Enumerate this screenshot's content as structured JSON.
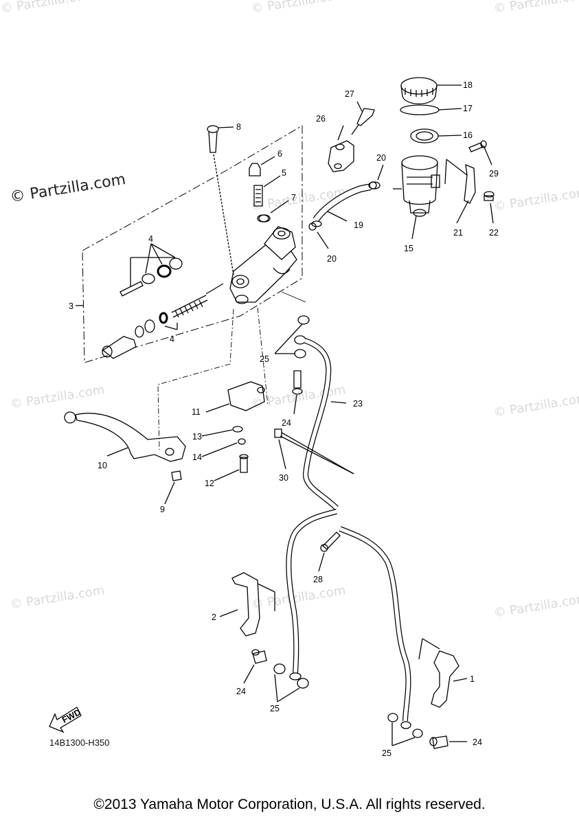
{
  "watermark_text": "© Partzilla.com",
  "diagram_code": "14B1300-H350",
  "copyright": "©2013 Yamaha Motor Corporation, U.S.A. All rights reserved.",
  "fwd_label": "FWD",
  "callouts": {
    "c1": "1",
    "c2": "2",
    "c3": "3",
    "c4a": "4",
    "c4b": "4",
    "c5": "5",
    "c6": "6",
    "c7": "7",
    "c8": "8",
    "c9": "9",
    "c10": "10",
    "c11": "11",
    "c12": "12",
    "c13": "13",
    "c14": "14",
    "c15": "15",
    "c16": "16",
    "c17": "17",
    "c18": "18",
    "c19": "19",
    "c20a": "20",
    "c20b": "20",
    "c21": "21",
    "c22": "22",
    "c23": "23",
    "c24a": "24",
    "c24b": "24",
    "c24c": "24",
    "c25a": "25",
    "c25b": "25",
    "c25c": "25",
    "c26": "26",
    "c27": "27",
    "c28": "28",
    "c29": "29",
    "c30": "30"
  }
}
